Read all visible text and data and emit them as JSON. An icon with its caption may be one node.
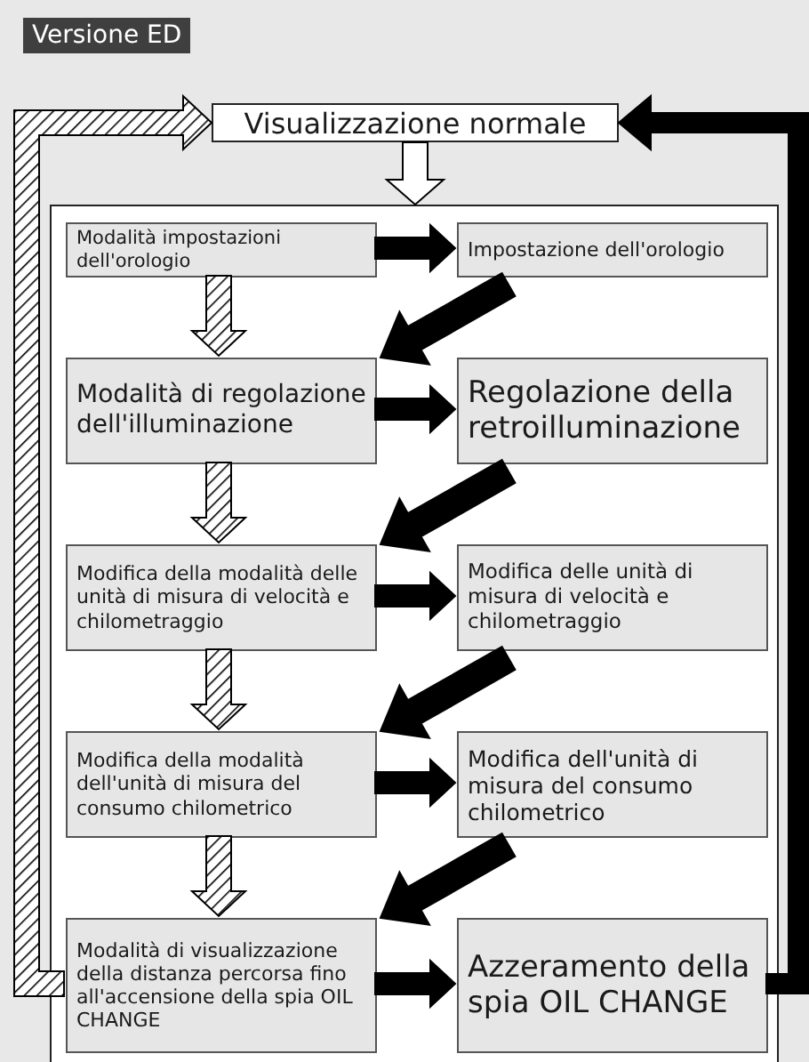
{
  "diagram": {
    "nodes": [
      {
        "text": [
          "Visualizzazione normale"
        ]
      },
      {
        "text": [],
        "shape": "box"
      },
      {
        "text": [
          "Modalità impostazioni dell'orologio"
        ],
        "in": 1
      },
      {
        "text": [
          "Impostazione dell'orologio"
        ],
        "in": 1
      },
      {
        "text": [
          "Modalità di regolazione dell'illuminazione"
        ],
        "in": 1
      },
      {
        "text": [
          "Regolazione della retroilluminazione"
        ],
        "in": 1
      },
      {
        "text": [
          "Modifica della modalità delle unità di misura di velocità e chilometraggio"
        ],
        "in": 1
      },
      {
        "text": [
          "Modifica delle unità di misura di velocità e chilometraggio"
        ],
        "in": 1
      },
      {
        "text": [
          "Modifica della modalità dell'unità di misura del consumo chilometrico"
        ],
        "in": 1
      },
      {
        "text": [
          "Modifica dell'unità di misura del consumo chilometrico"
        ],
        "in": 1
      },
      {
        "text": [
          "Modalità di visualizzazione della distanza percorsa fino all'accensione della spia OIL CHANGE"
        ],
        "in": 1
      },
      {
        "text": [
          "Azzeramento della spia OIL CHANGE"
        ],
        "in": 1
      }
    ],
    "edges": [
      {
        "from": 0,
        "to": 1,
        "arrow": "to",
        "color": "#ffffff"
      },
      {
        "from": 2,
        "to": 3,
        "arrow": "to"
      },
      {
        "from": 3,
        "to": 4,
        "arrow": "to"
      },
      {
        "from": 2,
        "to": 4,
        "arrow": "to",
        "style": "dashed"
      },
      {
        "from": 4,
        "to": 5,
        "arrow": "to"
      },
      {
        "from": 5,
        "to": 6,
        "arrow": "to"
      },
      {
        "from": 4,
        "to": 6,
        "arrow": "to",
        "style": "dashed"
      },
      {
        "from": 6,
        "to": 7,
        "arrow": "to"
      },
      {
        "from": 7,
        "to": 8,
        "arrow": "to"
      },
      {
        "from": 6,
        "to": 8,
        "arrow": "to",
        "style": "dashed"
      },
      {
        "from": 8,
        "to": 9,
        "arrow": "to"
      },
      {
        "from": 9,
        "to": 10,
        "arrow": "to"
      },
      {
        "from": 8,
        "to": 10,
        "arrow": "to",
        "style": "dashed"
      },
      {
        "from": 10,
        "to": 11,
        "arrow": "to"
      },
      {
        "from": 10,
        "to": 0,
        "arrow": "to",
        "style": "dashed"
      },
      {
        "from": 11,
        "to": 0,
        "arrow": "to"
      }
    ],
    "labels": [
      "Versione ED"
    ]
  }
}
